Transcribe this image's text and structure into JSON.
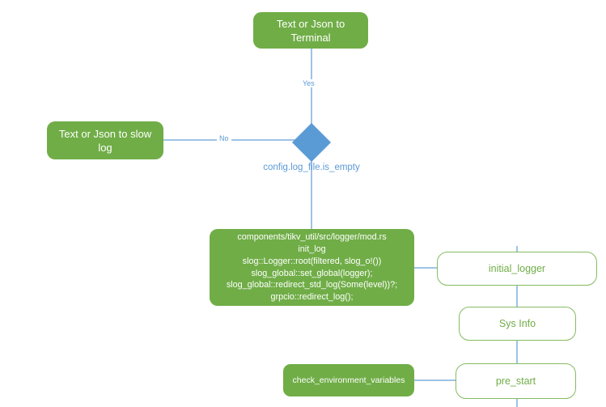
{
  "diagram": {
    "title_hint": "TiKV logger initialization flowchart",
    "colors": {
      "node_fill_green": "#70AD47",
      "decision_fill_blue": "#5B9BD5",
      "connector_blue": "#9DC3E6",
      "edge_label_blue": "#5B9BD5",
      "outline_border_green": "#85BB62",
      "outline_text_green": "#70AD47",
      "node_text_white": "#ffffff"
    },
    "nodes": {
      "terminal": {
        "label": "Text or Json to Terminal"
      },
      "slow_log": {
        "label": "Text or Json to slow log"
      },
      "decision": {
        "label": "config.log_file.is_empty"
      },
      "init_log": {
        "lines": [
          "components/tikv_util/src/logger/mod.rs",
          "init_log",
          "slog::Logger::root(filtered, slog_o!())",
          "slog_global::set_global(logger);",
          "slog_global::redirect_std_log(Some(level))?;",
          "grpcio::redirect_log();"
        ]
      },
      "initial_logger": {
        "label": "initial_logger"
      },
      "sys_info": {
        "label": "Sys Info"
      },
      "pre_start": {
        "label": "pre_start"
      },
      "check_env": {
        "label": "check_environment_variables"
      }
    },
    "edges": {
      "yes_label": "Yes",
      "no_label": "No"
    }
  }
}
